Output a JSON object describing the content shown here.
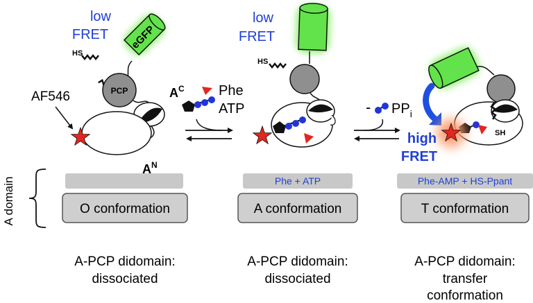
{
  "colors": {
    "fret_text": "#1f3fd6",
    "gfp_fill": "#63e34b",
    "gfp_glow": "#8af06c",
    "star": "#e3261f",
    "star_glow": "#ff9b6e",
    "atp_dot": "#2235d8",
    "phe_triangle": "#e3261f",
    "gray_domain": "#8f8f8f",
    "box_fill": "#cfcfcf",
    "box_stroke": "#555555",
    "bar_fill": "#c8c8c8",
    "arrow_blue": "#1e4fe0"
  },
  "states": [
    {
      "fret": [
        "low",
        "FRET"
      ],
      "gfp_label": "eGFP",
      "pcp_label": "PCP",
      "hs_label": "HS",
      "ac_label": [
        "A",
        "C"
      ],
      "an_label": [
        "A",
        "N"
      ],
      "fluor_label": "AF546"
    },
    {
      "fret": [
        "low",
        "FRET"
      ],
      "hs_label": "HS"
    },
    {
      "fret": [
        "high",
        "FRET"
      ],
      "sh_label": "SH"
    }
  ],
  "reagents": {
    "phe": "Phe",
    "atp": "ATP",
    "ppi_minus": "-",
    "ppi": [
      "PP",
      "i"
    ]
  },
  "a_domain_label": "A domain",
  "substrate_bars": [
    "",
    "Phe + ATP",
    "Phe-AMP + HS-Ppant"
  ],
  "conformations": [
    "O conformation",
    "A conformation",
    "T conformation"
  ],
  "captions": [
    [
      "A-PCP didomain:",
      "dissociated"
    ],
    [
      "A-PCP didomain:",
      "dissociated"
    ],
    [
      "A-PCP didomain:",
      "transfer",
      "conformation"
    ]
  ]
}
